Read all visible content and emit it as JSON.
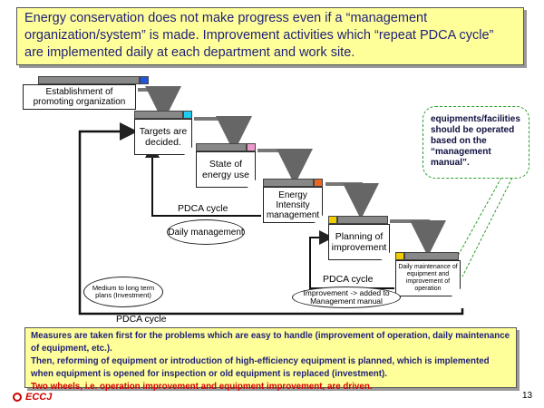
{
  "header": {
    "text": "Energy conservation does not make progress even if a “management organization/system” is made. Improvement activities which “repeat PDCA cycle” are implemented daily at each department and work site."
  },
  "steps": [
    {
      "label": "Establishment of promoting organization",
      "accent": "#2255dd"
    },
    {
      "label": "Targets are decided.",
      "accent": "#22ccee"
    },
    {
      "label": "State of energy use",
      "accent": "#ee99cc"
    },
    {
      "label": "Energy Intensity management",
      "accent": "#ee6622"
    },
    {
      "label": "Planning of improvement",
      "accent": "#eecc00"
    },
    {
      "label": "Daily maintenance of equipment and improvement of operation",
      "accent": "#eecc00"
    }
  ],
  "cycles": {
    "pdca1": "PDCA cycle",
    "pdca2": "PDCA cycle",
    "pdca3": "PDCA cycle",
    "daily": "Daily management",
    "medium": "Medium to long term plans (Investment)",
    "improvement": "Improvement -> added to Management manual"
  },
  "callout": "equipments/facilities should be operated based on the “management manual”.",
  "footer": {
    "line1": "Measures are taken first for the problems which are easy to handle (improvement of operation, daily maintenance of equipment, etc.).",
    "line2": "Then, reforming of equipment or introduction of high-efficiency equipment is planned, which is implemented when equipment is opened for inspection or old equipment is replaced (investment).",
    "line3": "Two wheels, i.e. operation improvement and equipment improvement, are driven."
  },
  "logo": "ECCJ",
  "page_number": "13"
}
